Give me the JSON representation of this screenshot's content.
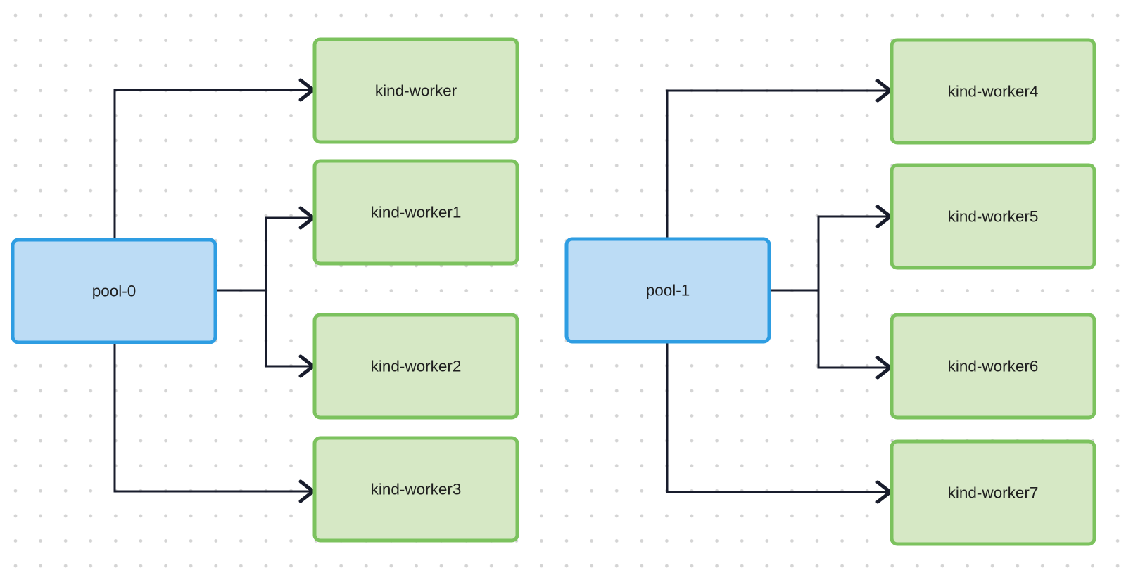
{
  "colors": {
    "background": "#ffffff",
    "grid_dot": "#d4d4d4",
    "edge_color": "#181c2c",
    "pool_fill": "#bcdcf5",
    "pool_border": "#2e9de2",
    "worker_fill": "#d6e8c5",
    "worker_border": "#7cc25e",
    "text_color": "#1f1f1f"
  },
  "nodes": {
    "pool0": {
      "label": "pool-0",
      "type": "pool"
    },
    "pool1": {
      "label": "pool-1",
      "type": "pool"
    },
    "worker0": {
      "label": "kind-worker",
      "type": "worker"
    },
    "worker1": {
      "label": "kind-worker1",
      "type": "worker"
    },
    "worker2": {
      "label": "kind-worker2",
      "type": "worker"
    },
    "worker3": {
      "label": "kind-worker3",
      "type": "worker"
    },
    "worker4": {
      "label": "kind-worker4",
      "type": "worker"
    },
    "worker5": {
      "label": "kind-worker5",
      "type": "worker"
    },
    "worker6": {
      "label": "kind-worker6",
      "type": "worker"
    },
    "worker7": {
      "label": "kind-worker7",
      "type": "worker"
    }
  },
  "edges": [
    {
      "from": "pool-0",
      "to": "kind-worker"
    },
    {
      "from": "pool-0",
      "to": "kind-worker1"
    },
    {
      "from": "pool-0",
      "to": "kind-worker2"
    },
    {
      "from": "pool-0",
      "to": "kind-worker3"
    },
    {
      "from": "pool-1",
      "to": "kind-worker4"
    },
    {
      "from": "pool-1",
      "to": "kind-worker5"
    },
    {
      "from": "pool-1",
      "to": "kind-worker6"
    },
    {
      "from": "pool-1",
      "to": "kind-worker7"
    }
  ]
}
